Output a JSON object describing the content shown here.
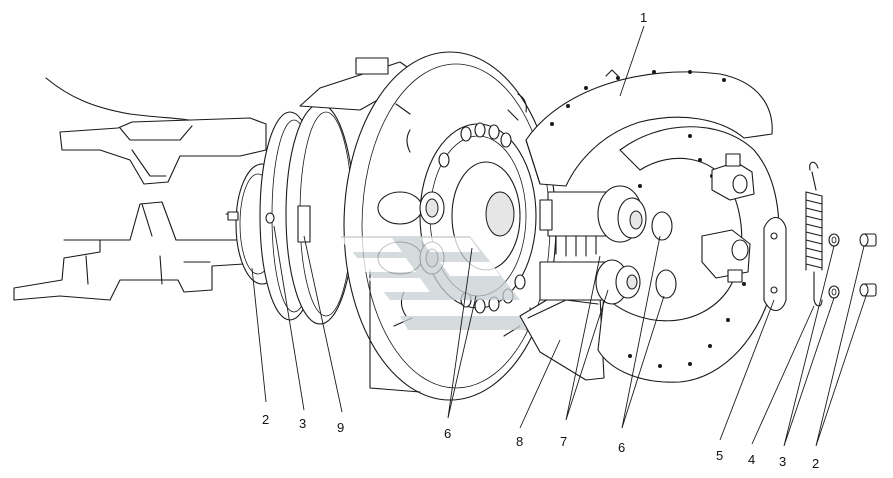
{
  "diagram": {
    "callouts": [
      {
        "id": "c1a",
        "label": "1"
      },
      {
        "id": "c2a",
        "label": "2"
      },
      {
        "id": "c3a",
        "label": "3"
      },
      {
        "id": "c9",
        "label": "9"
      },
      {
        "id": "c6a",
        "label": "6"
      },
      {
        "id": "c8",
        "label": "8"
      },
      {
        "id": "c7",
        "label": "7"
      },
      {
        "id": "c6b",
        "label": "6"
      },
      {
        "id": "c5",
        "label": "5"
      },
      {
        "id": "c4",
        "label": "4"
      },
      {
        "id": "c3b",
        "label": "3"
      },
      {
        "id": "c2b",
        "label": "2"
      }
    ],
    "colors": {
      "line": "#1a1a1a",
      "watermark": "#c9cfd2",
      "background": "#ffffff"
    }
  }
}
